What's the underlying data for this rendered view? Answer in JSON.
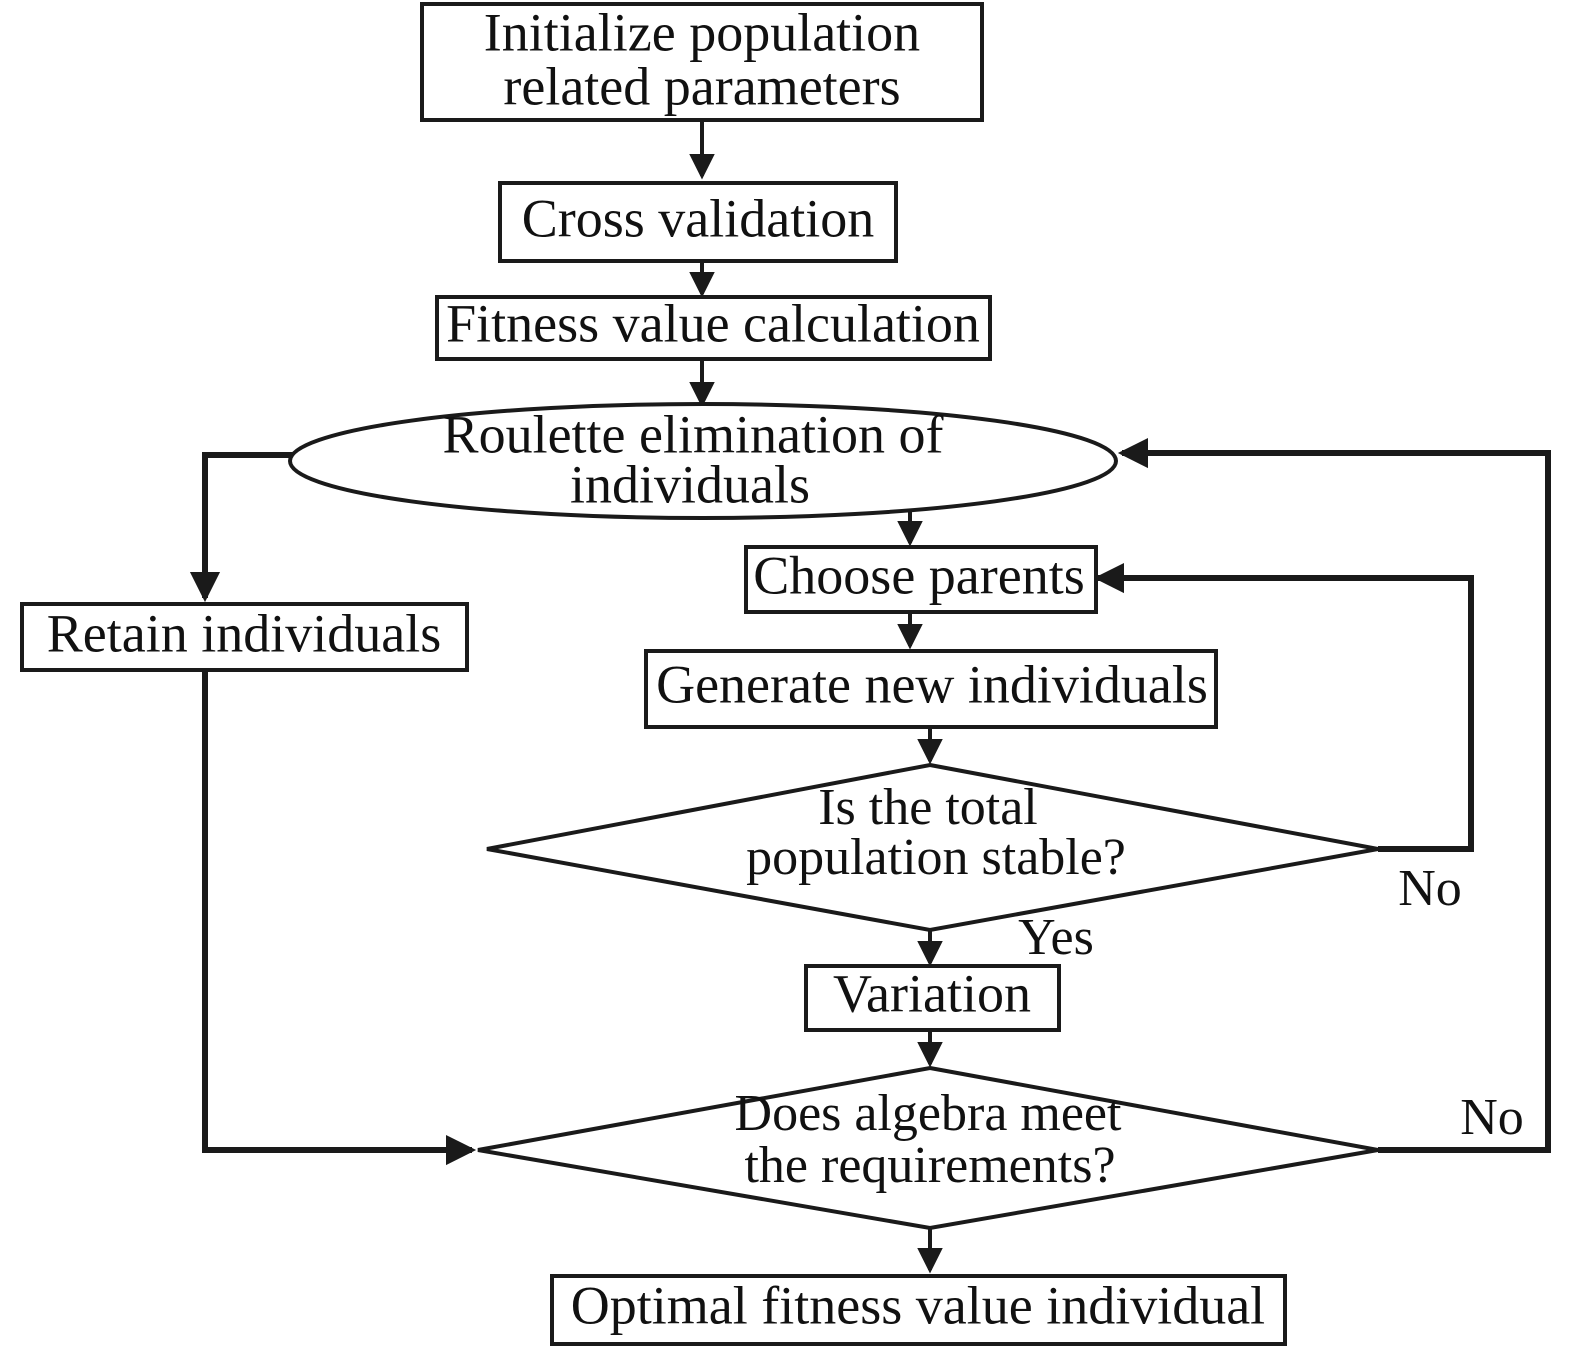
{
  "diagram": {
    "type": "flowchart",
    "title": "Genetic algorithm optimization flowchart",
    "background_color": "#ffffff",
    "line_color": "#1a1a1a",
    "text_color": "#111111"
  },
  "nodes": [
    {
      "id": "initialize",
      "shape": "rectangle",
      "lines": [
        "Initialize population",
        "related parameters"
      ],
      "text": "Initialize population related parameters"
    },
    {
      "id": "cross-validation",
      "shape": "rectangle",
      "lines": [
        "Cross validation"
      ],
      "text": "Cross validation"
    },
    {
      "id": "fitness-value-calculation",
      "shape": "rectangle",
      "lines": [
        "Fitness value calculation"
      ],
      "text": "Fitness value calculation"
    },
    {
      "id": "roulette-elimination",
      "shape": "ellipse",
      "lines": [
        "Roulette elimination of",
        "individuals"
      ],
      "text": "Roulette elimination of individuals"
    },
    {
      "id": "retain-individuals",
      "shape": "rectangle",
      "lines": [
        "Retain individuals"
      ],
      "text": "Retain individuals"
    },
    {
      "id": "choose-parents",
      "shape": "rectangle",
      "lines": [
        "Choose parents"
      ],
      "text": "Choose parents"
    },
    {
      "id": "generate-new-individuals",
      "shape": "rectangle",
      "lines": [
        "Generate new individuals"
      ],
      "text": "Generate new individuals"
    },
    {
      "id": "population-stable-decision",
      "shape": "diamond",
      "lines": [
        "Is the total",
        "population stable?"
      ],
      "text": "Is the total population stable?"
    },
    {
      "id": "variation",
      "shape": "rectangle",
      "lines": [
        "Variation"
      ],
      "text": "Variation"
    },
    {
      "id": "algebra-requirements-decision",
      "shape": "diamond",
      "lines": [
        "Does algebra meet",
        "the requirements?"
      ],
      "text": "Does algebra meet the requirements?"
    },
    {
      "id": "optimal-fitness-individual",
      "shape": "rectangle",
      "lines": [
        "Optimal fitness value individual"
      ],
      "text": "Optimal fitness value individual"
    }
  ],
  "edge_labels": {
    "stable_yes": "Yes",
    "stable_no": "No",
    "requirements_no": "No"
  },
  "edges": [
    {
      "from": "initialize",
      "to": "cross-validation",
      "label": ""
    },
    {
      "from": "cross-validation",
      "to": "fitness-value-calculation",
      "label": ""
    },
    {
      "from": "fitness-value-calculation",
      "to": "roulette-elimination",
      "label": ""
    },
    {
      "from": "roulette-elimination",
      "to": "retain-individuals",
      "label": ""
    },
    {
      "from": "roulette-elimination",
      "to": "choose-parents",
      "label": ""
    },
    {
      "from": "choose-parents",
      "to": "generate-new-individuals",
      "label": ""
    },
    {
      "from": "generate-new-individuals",
      "to": "population-stable-decision",
      "label": ""
    },
    {
      "from": "population-stable-decision",
      "to": "variation",
      "label": "Yes"
    },
    {
      "from": "population-stable-decision",
      "to": "choose-parents",
      "label": "No"
    },
    {
      "from": "variation",
      "to": "algebra-requirements-decision",
      "label": ""
    },
    {
      "from": "retain-individuals",
      "to": "algebra-requirements-decision",
      "label": ""
    },
    {
      "from": "algebra-requirements-decision",
      "to": "optimal-fitness-individual",
      "label": ""
    },
    {
      "from": "algebra-requirements-decision",
      "to": "roulette-elimination",
      "label": "No"
    }
  ]
}
